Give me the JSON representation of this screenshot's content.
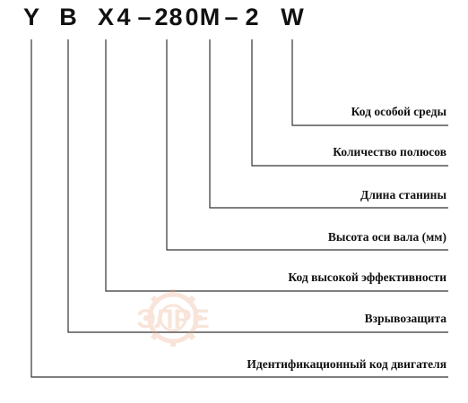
{
  "model_code": {
    "chars": [
      "Y",
      "B",
      "X",
      "4",
      "–",
      "2",
      "8",
      "0",
      "M",
      "–",
      "2",
      "W"
    ]
  },
  "legend": {
    "items": [
      {
        "label": "Код особой среды"
      },
      {
        "label": "Количество полюсов"
      },
      {
        "label": "Длина станины"
      },
      {
        "label": "Высота оси вала (мм)"
      },
      {
        "label": "Код высокой эффективности"
      },
      {
        "label": "Взрывозащита"
      },
      {
        "label": "Идентификационный код двигателя"
      }
    ]
  },
  "watermark": {
    "text": "ЭЛРЕ",
    "icon": "gear-icon",
    "color": "#e8a07a"
  },
  "colors": {
    "line": "#333333",
    "text": "#111111"
  }
}
